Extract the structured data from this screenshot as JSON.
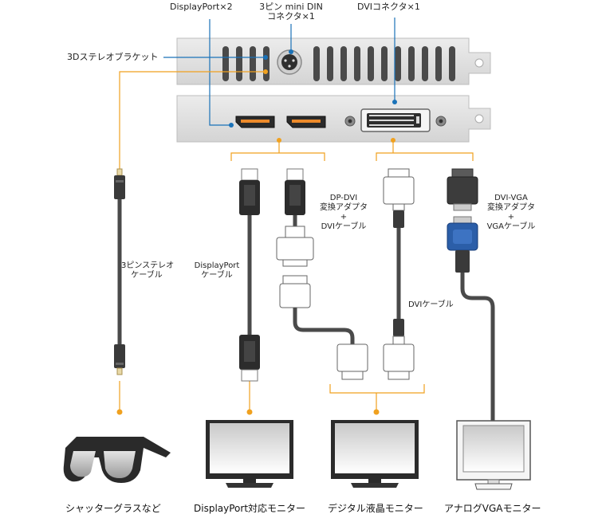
{
  "labels": {
    "displayport_x2": "DisplayPort×2",
    "din_line1": "3ピン mini DIN",
    "din_line2": "コネクタ×1",
    "dvi_connector": "DVIコネクタ×1",
    "bracket_3d": "3Dステレオブラケット",
    "stereo_cable_line1": "3ピンステレオ",
    "stereo_cable_line2": "ケーブル",
    "dp_cable_line1": "DisplayPort",
    "dp_cable_line2": "ケーブル",
    "dpdvi_line1": "DP-DVI",
    "dpdvi_line2": "変換アダプタ",
    "dpdvi_line3": "+",
    "dpdvi_line4": "DVIケーブル",
    "dvivga_line1": "DVI-VGA",
    "dvivga_line2": "変換アダプタ",
    "dvivga_line3": "+",
    "dvivga_line4": "VGAケーブル",
    "dvi_cable": "DVIケーブル"
  },
  "captions": {
    "shutter_glasses": "シャッターグラスなど",
    "dp_monitor": "DisplayPort対応モニター",
    "digital_lcd": "デジタル液晶モニター",
    "analog_vga": "アナログVGAモニター"
  },
  "colors": {
    "accent_blue": "#1a72b8",
    "accent_orange": "#f0a11f",
    "cable": "#4a4a4a",
    "vga_blue": "#2b5ea8"
  }
}
